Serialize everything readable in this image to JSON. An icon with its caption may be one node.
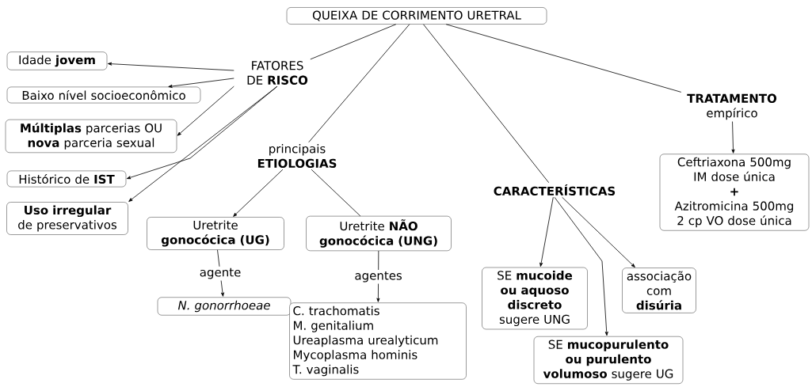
{
  "diagram": {
    "nodes": [
      {
        "text": [
          "QUEIXA DE CORRIMENTO URETRAL"
        ]
      },
      {
        "text": [
          "FATORES DE **RISCO**"
        ]
      },
      {
        "text": [
          "Idade **jovem**"
        ]
      },
      {
        "text": [
          "Baixo nível socioeconômico"
        ]
      },
      {
        "text": [
          "**Múltiplas** parcerias OU **nova** parceria sexual"
        ]
      },
      {
        "text": [
          "Histórico de **IST**"
        ]
      },
      {
        "text": [
          "**Uso irregular** de preservativos"
        ]
      },
      {
        "text": [
          "principais **ETIOLOGIAS**"
        ]
      },
      {
        "text": [
          "Uretrite **gonocócica (UG)**"
        ]
      },
      {
        "text": [
          "Uretrite **NÃO gonocócica (UNG)**"
        ]
      },
      {
        "text": [
          "N. gonorrhoeae"
        ]
      },
      {
        "text": [
          "C. trachomatis",
          "M. genitalium",
          "Ureaplasma urealyticum",
          "Mycoplasma hominis",
          "T.  vaginalis"
        ]
      },
      {
        "text": [
          "CARACTERÍSTICAS"
        ]
      },
      {
        "text": [
          "SE **mucoide ou aquoso discreto** sugere UNG"
        ]
      },
      {
        "text": [
          "associação com **disúria**"
        ]
      },
      {
        "text": [
          "SE **mucopurulento ou purulento volumoso** sugere UG"
        ]
      },
      {
        "text": [
          "**TRATAMENTO** empírico"
        ]
      },
      {
        "text": [
          "Ceftriaxona 500mg IM dose única",
          "+",
          "Azitromicina 500mg 2 cp VO dose única"
        ]
      }
    ],
    "edges": [
      {
        "from": 0,
        "to": 1,
        "arrow": "none"
      },
      {
        "from": 0,
        "to": 7,
        "arrow": "none"
      },
      {
        "from": 0,
        "to": 12,
        "arrow": "none"
      },
      {
        "from": 0,
        "to": 16,
        "arrow": "none"
      },
      {
        "from": 1,
        "to": 2,
        "arrow": "to"
      },
      {
        "from": 1,
        "to": 3,
        "arrow": "to"
      },
      {
        "from": 1,
        "to": 4,
        "arrow": "to"
      },
      {
        "from": 1,
        "to": 5,
        "arrow": "to"
      },
      {
        "from": 1,
        "to": 6,
        "arrow": "to"
      },
      {
        "from": 7,
        "to": 8,
        "arrow": "to"
      },
      {
        "from": 7,
        "to": 9,
        "arrow": "none"
      },
      {
        "from": 8,
        "to": 10,
        "arrow": "to",
        "label": "agente"
      },
      {
        "from": 9,
        "to": 11,
        "arrow": "to",
        "label": "agentes"
      },
      {
        "from": 12,
        "to": 13,
        "arrow": "to"
      },
      {
        "from": 12,
        "to": 15,
        "arrow": "to"
      },
      {
        "from": 12,
        "to": 14,
        "arrow": "to"
      },
      {
        "from": 16,
        "to": 17,
        "arrow": "to"
      }
    ]
  }
}
